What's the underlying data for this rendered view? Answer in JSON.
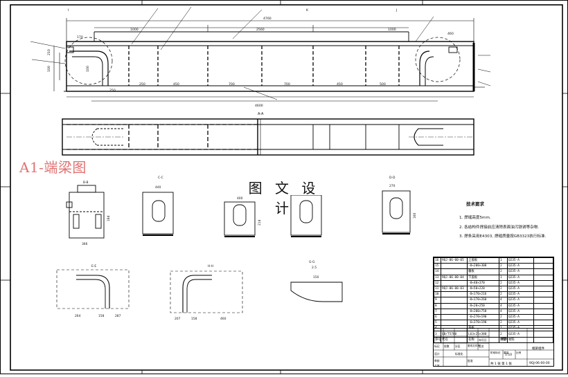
{
  "watermark": "A1-端梁图",
  "center_title": "图 文 设 计",
  "section_labels": {
    "a_a": "A-A",
    "b_b": "B-B",
    "c_c": "C-C",
    "d_d": "D-D",
    "e_e": "E-E",
    "h_h": "H-H",
    "g_g": "G-G",
    "i": "I",
    "k": "K",
    "j": "J"
  },
  "dimensions": {
    "overall": "4760",
    "overall_bottom": "4600",
    "seg1": "1000",
    "seg2": "2560",
    "seg3": "1000",
    "seg_right": "460",
    "b1": "170",
    "b2": "250",
    "b3": "450",
    "b4": "700",
    "b5": "700",
    "b6": "450",
    "b7": "500",
    "b8": "250",
    "h1": "210",
    "h2": "100",
    "h3": "100",
    "det1_w": "366",
    "det1_h": "184",
    "det2_w": "440",
    "det3_w": "400",
    "det3_h": "214",
    "det3_a": "270",
    "det5_w": "270",
    "det5_h": "160",
    "low1_a": "264",
    "low1_b": "158",
    "low1_c": "287",
    "low2_a": "207",
    "low2_b": "158",
    "low2_c": "460",
    "low3_a": "150",
    "low3_b": "2.5"
  },
  "tech_notes": {
    "title": "技术要求",
    "items": [
      "1. 焊缝高度5mm.",
      "2. 各结构件焊接前应清除表面油污铁锈等杂物.",
      "3. 焊条采用E4303, 焊缝质量按GB3323执行标准."
    ]
  },
  "parts_table": {
    "rows": [
      [
        "16",
        "9QJ-06-00-05",
        "上盖板",
        "1",
        "Q235-A"
      ],
      [
        "15",
        "",
        "-8×200×300",
        "2",
        "Q235-A"
      ],
      [
        "14",
        "",
        "腹板",
        "2",
        "Q235-A"
      ],
      [
        "13",
        "9QJ-06-00-04",
        "下盖板",
        "1",
        "Q235-A"
      ],
      [
        "12",
        "",
        "-8×40×370",
        "2",
        "Q235-A"
      ],
      [
        "11",
        "9QJ-06-00-03",
        "-8×50×220",
        "2",
        "Q235-A"
      ],
      [
        "10",
        "",
        "-8×170×216",
        "2",
        "Q235-A"
      ],
      [
        "9",
        "",
        "-8×170×260",
        "4",
        "Q235-A"
      ],
      [
        "8",
        "",
        "-8×20×250",
        "4",
        "Q235-A"
      ],
      [
        "7",
        "",
        "-8×200×750",
        "4",
        "Q235-A"
      ],
      [
        "6",
        "",
        "-6×270×190",
        "2",
        "Q235-A"
      ],
      [
        "5",
        "",
        "-6×370×190",
        "2",
        "Q235-A"
      ],
      [
        "4",
        "",
        "弯板",
        "2",
        "Q235-A"
      ],
      [
        "3",
        "GB/T5780",
        "L63×25×380",
        "2",
        "Q235-A"
      ],
      [
        "序号",
        "代号",
        "名称",
        "数量",
        "材料"
      ]
    ]
  },
  "title_block": {
    "drawing_name": "端梁",
    "assembly": "端梁组件",
    "code": "9QJ-06-00-00",
    "scale": "1:10",
    "sheet": "共 1 张 第 1 张",
    "labels": [
      "标记",
      "处数",
      "分区",
      "更改文件号",
      "签名",
      "年月日",
      "设计",
      "标准化",
      "审核",
      "工艺",
      "批准",
      "阶段标记",
      "重量",
      "比例"
    ]
  }
}
